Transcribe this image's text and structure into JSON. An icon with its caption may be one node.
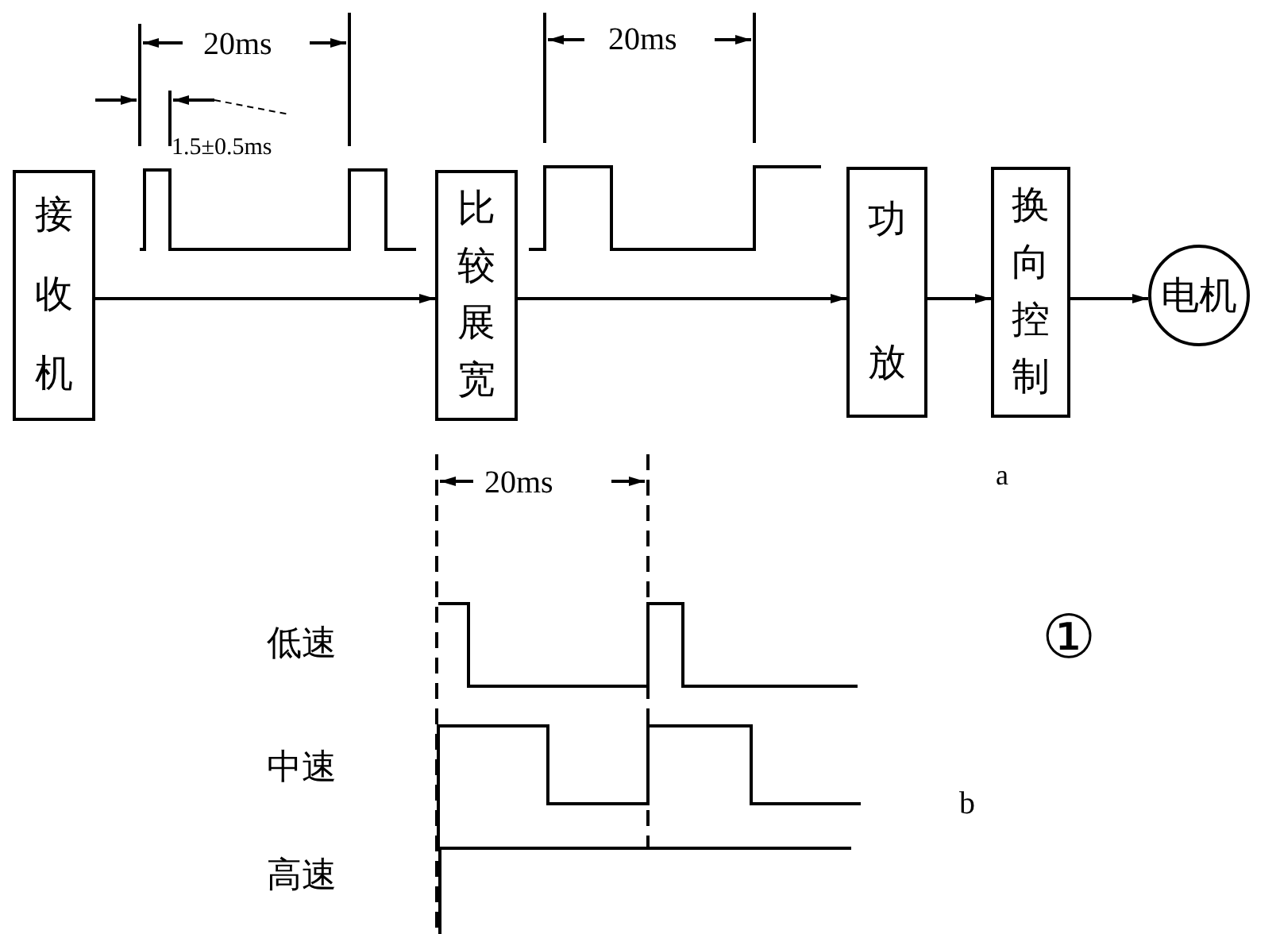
{
  "diagram": {
    "nodes": [
      {
        "text": [
          "接收机"
        ]
      },
      {
        "text": [
          "比较展宽"
        ]
      },
      {
        "text": [
          "功放"
        ]
      },
      {
        "text": [
          "换向控制"
        ]
      },
      {
        "text": [
          "电机"
        ]
      }
    ],
    "edges": [
      {
        "from": 0,
        "to": 1,
        "arrow": "to"
      },
      {
        "from": 1,
        "to": 2,
        "arrow": "to"
      },
      {
        "from": 2,
        "to": 3,
        "arrow": "to"
      },
      {
        "from": 3,
        "to": 4,
        "arrow": "to"
      }
    ],
    "labels": [
      "20ms",
      "1.5±0.5ms",
      "20ms",
      "a",
      "20ms",
      "低速",
      "①",
      "中速",
      "b",
      "高速"
    ]
  }
}
